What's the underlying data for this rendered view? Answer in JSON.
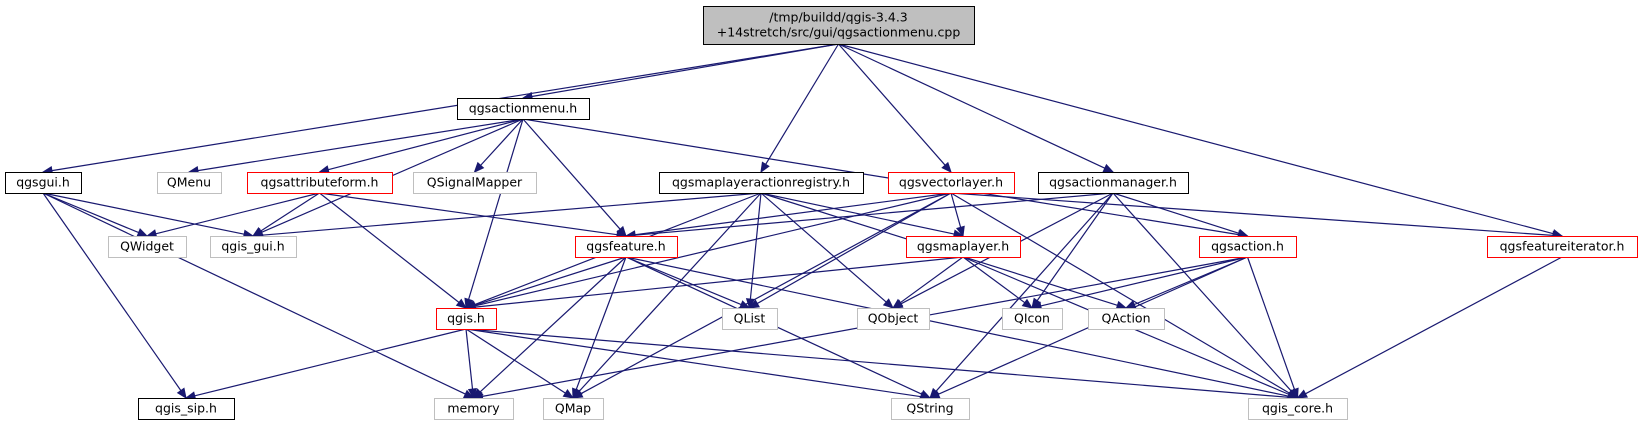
{
  "colors": {
    "edge": "#191970",
    "root_fill": "#bfbfbf",
    "documented": "#000000",
    "truncated": "#ff0000",
    "external": "#bfbfbf"
  },
  "nodes": [
    {
      "id": "root",
      "lines": [
        "/tmp/buildd/qgis-3.4.3",
        "+14stretch/src/gui/qgsactionmenu.cpp"
      ],
      "kind": "root"
    },
    {
      "id": "qgsactionmenu_h",
      "lines": [
        "qgsactionmenu.h"
      ],
      "kind": "documented"
    },
    {
      "id": "qgsgui_h",
      "lines": [
        "qgsgui.h"
      ],
      "kind": "documented"
    },
    {
      "id": "qmenu",
      "lines": [
        "QMenu"
      ],
      "kind": "external"
    },
    {
      "id": "qgsattributeform_h",
      "lines": [
        "qgsattributeform.h"
      ],
      "kind": "truncated"
    },
    {
      "id": "qsignalmapper",
      "lines": [
        "QSignalMapper"
      ],
      "kind": "external"
    },
    {
      "id": "qgsmaplayeractionregistry_h",
      "lines": [
        "qgsmaplayeractionregistry.h"
      ],
      "kind": "documented"
    },
    {
      "id": "qgsvectorlayer_h",
      "lines": [
        "qgsvectorlayer.h"
      ],
      "kind": "truncated"
    },
    {
      "id": "qgsactionmanager_h",
      "lines": [
        "qgsactionmanager.h"
      ],
      "kind": "documented"
    },
    {
      "id": "qwidget",
      "lines": [
        "QWidget"
      ],
      "kind": "external"
    },
    {
      "id": "qgis_gui_h",
      "lines": [
        "qgis_gui.h"
      ],
      "kind": "external"
    },
    {
      "id": "qgsfeature_h",
      "lines": [
        "qgsfeature.h"
      ],
      "kind": "truncated"
    },
    {
      "id": "qgsmaplayer_h",
      "lines": [
        "qgsmaplayer.h"
      ],
      "kind": "truncated"
    },
    {
      "id": "qgsaction_h",
      "lines": [
        "qgsaction.h"
      ],
      "kind": "truncated"
    },
    {
      "id": "qgsfeatureiterator_h",
      "lines": [
        "qgsfeatureiterator.h"
      ],
      "kind": "truncated"
    },
    {
      "id": "qgis_h",
      "lines": [
        "qgis.h"
      ],
      "kind": "truncated"
    },
    {
      "id": "qlist",
      "lines": [
        "QList"
      ],
      "kind": "external"
    },
    {
      "id": "qobject",
      "lines": [
        "QObject"
      ],
      "kind": "external"
    },
    {
      "id": "qicon",
      "lines": [
        "QIcon"
      ],
      "kind": "external"
    },
    {
      "id": "qaction",
      "lines": [
        "QAction"
      ],
      "kind": "external"
    },
    {
      "id": "qgis_sip_h",
      "lines": [
        "qgis_sip.h"
      ],
      "kind": "documented"
    },
    {
      "id": "memory",
      "lines": [
        "memory"
      ],
      "kind": "external"
    },
    {
      "id": "qmap",
      "lines": [
        "QMap"
      ],
      "kind": "external"
    },
    {
      "id": "qstring",
      "lines": [
        "QString"
      ],
      "kind": "external"
    },
    {
      "id": "qgis_core_h",
      "lines": [
        "qgis_core.h"
      ],
      "kind": "external"
    }
  ],
  "edges": [
    [
      "root",
      "qgsactionmenu_h"
    ],
    [
      "root",
      "qgsgui_h"
    ],
    [
      "root",
      "qgsmaplayeractionregistry_h"
    ],
    [
      "root",
      "qgsvectorlayer_h"
    ],
    [
      "root",
      "qgsactionmanager_h"
    ],
    [
      "root",
      "qgsfeatureiterator_h"
    ],
    [
      "qgsactionmenu_h",
      "qmenu"
    ],
    [
      "qgsactionmenu_h",
      "qgsattributeform_h"
    ],
    [
      "qgsactionmenu_h",
      "qsignalmapper"
    ],
    [
      "qgsactionmenu_h",
      "qgis_gui_h"
    ],
    [
      "qgsactionmenu_h",
      "qgsfeature_h"
    ],
    [
      "qgsactionmenu_h",
      "qgis_h"
    ],
    [
      "qgsactionmenu_h",
      "qgsaction_h"
    ],
    [
      "qgsgui_h",
      "qwidget"
    ],
    [
      "qgsgui_h",
      "qgis_gui_h"
    ],
    [
      "qgsgui_h",
      "qgis_sip_h"
    ],
    [
      "qgsgui_h",
      "memory"
    ],
    [
      "qgsattributeform_h",
      "qwidget"
    ],
    [
      "qgsattributeform_h",
      "qgis_gui_h"
    ],
    [
      "qgsattributeform_h",
      "qgsfeature_h"
    ],
    [
      "qgsattributeform_h",
      "qgis_h"
    ],
    [
      "qgsmaplayeractionregistry_h",
      "qgis_gui_h"
    ],
    [
      "qgsmaplayeractionregistry_h",
      "qgis_h"
    ],
    [
      "qgsmaplayeractionregistry_h",
      "qmap"
    ],
    [
      "qgsmaplayeractionregistry_h",
      "qlist"
    ],
    [
      "qgsmaplayeractionregistry_h",
      "qobject"
    ],
    [
      "qgsmaplayeractionregistry_h",
      "qgsmaplayer_h"
    ],
    [
      "qgsmaplayeractionregistry_h",
      "qaction"
    ],
    [
      "qgsvectorlayer_h",
      "qgsfeature_h"
    ],
    [
      "qgsvectorlayer_h",
      "qgis_h"
    ],
    [
      "qgsvectorlayer_h",
      "qgsmaplayer_h"
    ],
    [
      "qgsvectorlayer_h",
      "qlist"
    ],
    [
      "qgsvectorlayer_h",
      "qmap"
    ],
    [
      "qgsvectorlayer_h",
      "qgsfeatureiterator_h"
    ],
    [
      "qgsvectorlayer_h",
      "qgis_core_h"
    ],
    [
      "qgsactionmanager_h",
      "qgsaction_h"
    ],
    [
      "qgsactionmanager_h",
      "qgsfeature_h"
    ],
    [
      "qgsactionmanager_h",
      "qobject"
    ],
    [
      "qgsactionmanager_h",
      "qicon"
    ],
    [
      "qgsactionmanager_h",
      "qstring"
    ],
    [
      "qgsactionmanager_h",
      "qgis_core_h"
    ],
    [
      "qgsfeature_h",
      "qgis_h"
    ],
    [
      "qgsfeature_h",
      "qlist"
    ],
    [
      "qgsfeature_h",
      "memory"
    ],
    [
      "qgsfeature_h",
      "qmap"
    ],
    [
      "qgsfeature_h",
      "qstring"
    ],
    [
      "qgsfeature_h",
      "qgis_core_h"
    ],
    [
      "qgsmaplayer_h",
      "qgis_h"
    ],
    [
      "qgsmaplayer_h",
      "qobject"
    ],
    [
      "qgsmaplayer_h",
      "qicon"
    ],
    [
      "qgsmaplayer_h",
      "qgis_core_h"
    ],
    [
      "qgsaction_h",
      "qicon"
    ],
    [
      "qgsaction_h",
      "qaction"
    ],
    [
      "qgsaction_h",
      "memory"
    ],
    [
      "qgsaction_h",
      "qstring"
    ],
    [
      "qgsaction_h",
      "qgis_core_h"
    ],
    [
      "qgsfeatureiterator_h",
      "qgis_core_h"
    ],
    [
      "qgis_h",
      "qgis_sip_h"
    ],
    [
      "qgis_h",
      "memory"
    ],
    [
      "qgis_h",
      "qmap"
    ],
    [
      "qgis_h",
      "qstring"
    ],
    [
      "qgis_h",
      "qgis_core_h"
    ]
  ]
}
